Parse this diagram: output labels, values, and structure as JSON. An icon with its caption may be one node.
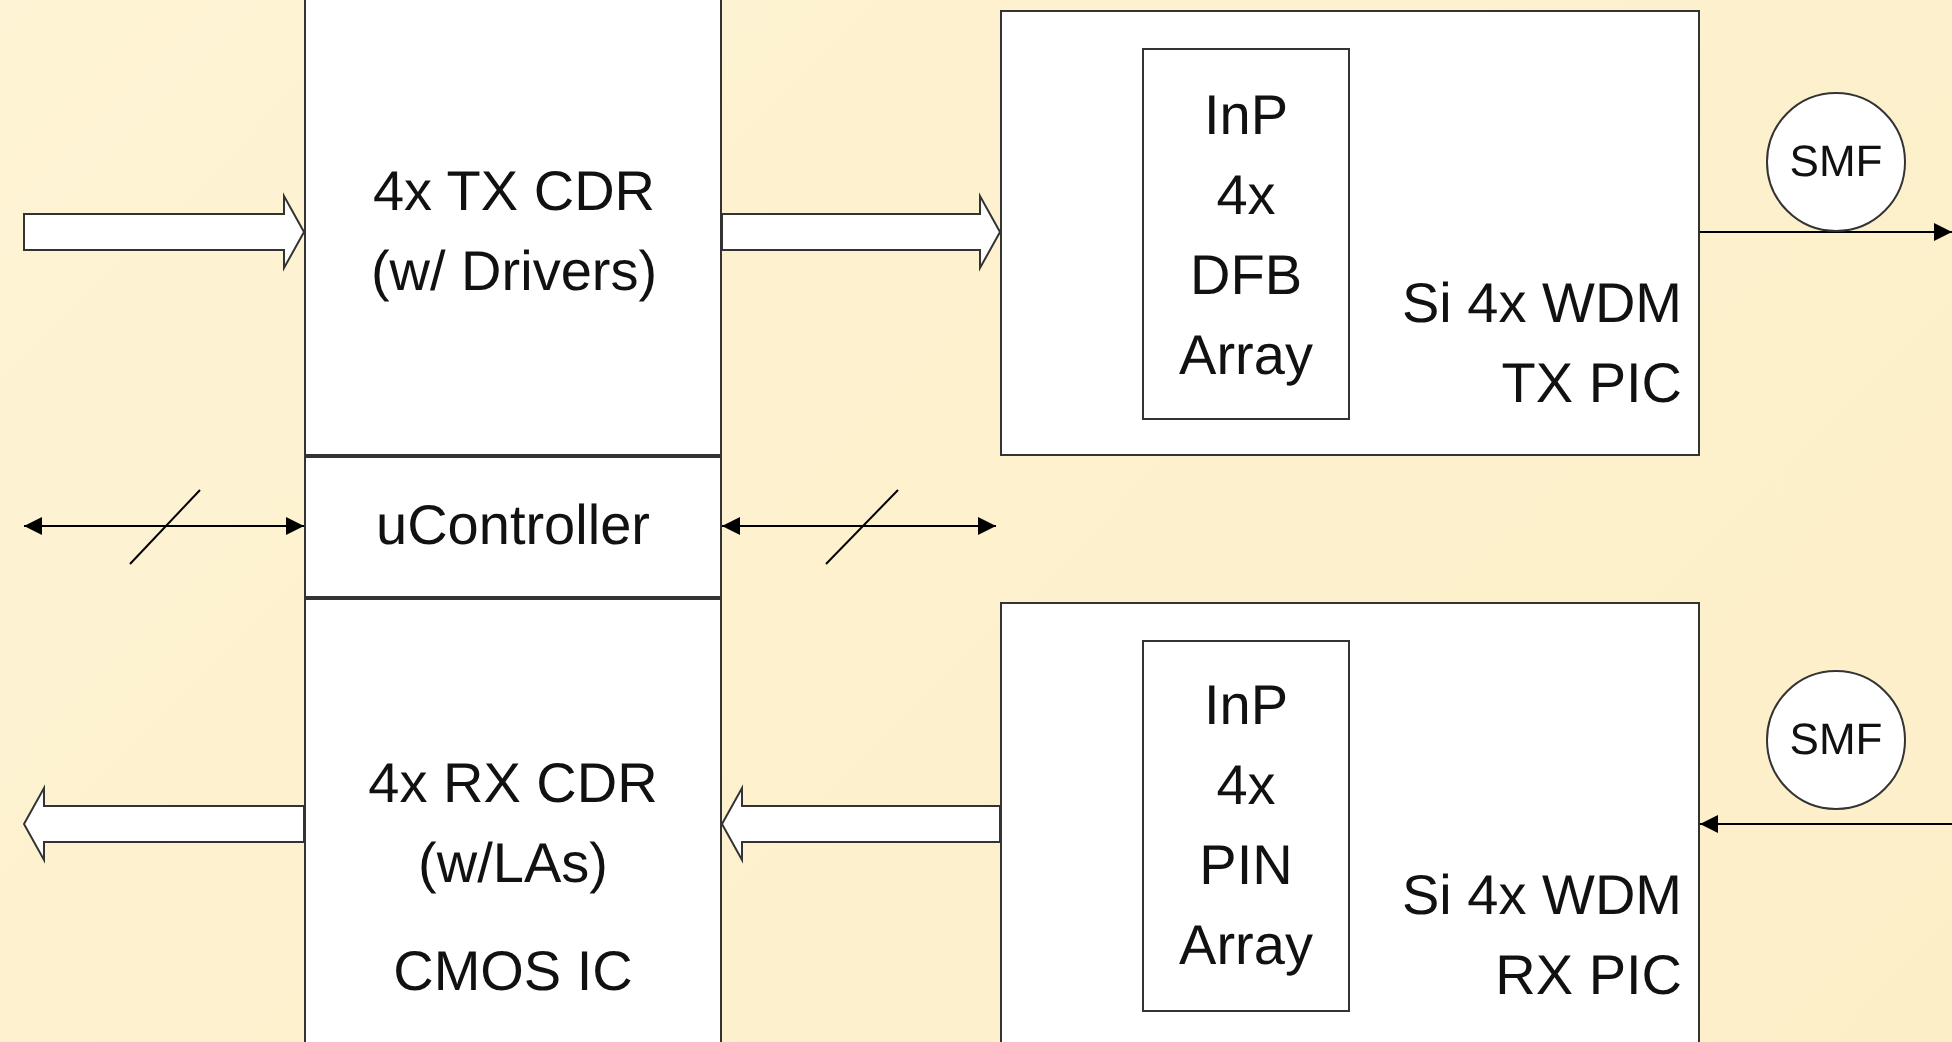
{
  "diagram": {
    "nodes": [
      {
        "text": [
          "4x TX CDR (w/ Drivers)"
        ]
      },
      {
        "text": [
          "uController"
        ]
      },
      {
        "text": [
          "4x RX CDR (w/LAs)",
          "CMOS IC"
        ]
      },
      {
        "text": [
          "Si 4x WDM TX PIC"
        ]
      },
      {
        "text": [
          "InP 4x DFB Array"
        ],
        "in": 3
      },
      {
        "text": [
          "SMF"
        ]
      },
      {
        "text": [
          "Si 4x WDM RX PIC"
        ]
      },
      {
        "text": [
          "InP 4x PIN Array"
        ],
        "in": 6
      },
      {
        "text": [
          "SMF"
        ]
      }
    ],
    "edges": [
      {
        "from": null,
        "to": 0,
        "arrow": "to",
        "style": "thick"
      },
      {
        "from": 0,
        "to": 3,
        "arrow": "to",
        "style": "thick"
      },
      {
        "from": 3,
        "to": 5,
        "arrow": "none"
      },
      {
        "from": 5,
        "to": null,
        "arrow": "to"
      },
      {
        "from": null,
        "to": 1,
        "arrow": "both"
      },
      {
        "from": 1,
        "to": null,
        "arrow": "both"
      },
      {
        "from": null,
        "to": 6,
        "arrow": "to"
      },
      {
        "from": 6,
        "to": 2,
        "arrow": "to",
        "style": "thick"
      },
      {
        "from": 2,
        "to": null,
        "arrow": "to",
        "style": "thick"
      }
    ]
  }
}
